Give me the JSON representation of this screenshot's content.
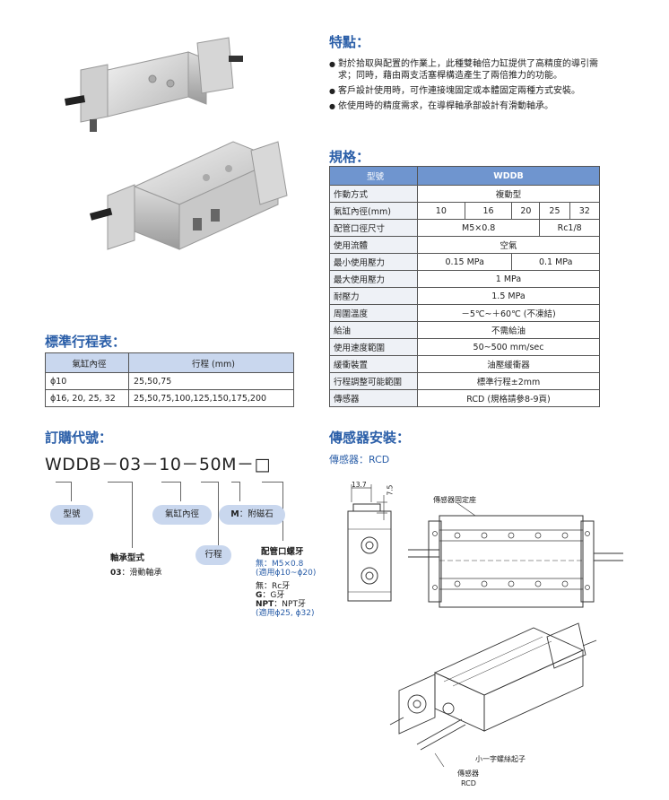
{
  "features": {
    "title": "特點：",
    "items": [
      "對於拾取與配置的作業上，此種雙軸倍力缸提供了高精度的導引需求；同時，藉由兩支活塞桿構造產生了兩倍推力的功能。",
      "客戶設計使用時，可作連接塊固定或本體固定兩種方式安裝。",
      "依使用時的精度需求，在導桿軸承部設計有滑動軸承。"
    ]
  },
  "specs": {
    "title": "規格：",
    "header_label": "型號",
    "header_model": "WDDB",
    "rows": [
      {
        "label": "作動方式",
        "value": "複動型"
      },
      {
        "label": "氣缸內徑(mm)",
        "bores": [
          "10",
          "16",
          "20",
          "25",
          "32"
        ]
      },
      {
        "label": "配管口徑尺寸",
        "v1": "M5×0.8",
        "v2": "Rc1/8"
      },
      {
        "label": "使用流體",
        "value": "空氣"
      },
      {
        "label": "最小使用壓力",
        "v1": "0.15 MPa",
        "v2": "0.1 MPa"
      },
      {
        "label": "最大使用壓力",
        "value": "1 MPa"
      },
      {
        "label": "耐壓力",
        "value": "1.5 MPa"
      },
      {
        "label": "周圍溫度",
        "value": "－5℃~＋60℃ (不凍結)"
      },
      {
        "label": "給油",
        "value": "不需給油"
      },
      {
        "label": "使用速度範圍",
        "value": "50~500 mm/sec"
      },
      {
        "label": "緩衝裝置",
        "value": "油壓緩衝器"
      },
      {
        "label": "行程調整可能範圍",
        "value": "標準行程±2mm"
      },
      {
        "label": "傳感器",
        "value": "RCD (規格請參8-9頁)"
      }
    ]
  },
  "stroke_table": {
    "title": "標準行程表：",
    "col1": "氣缸內徑",
    "col2": "行程 (mm)",
    "rows": [
      {
        "bore": "ϕ10",
        "stroke": "25,50,75"
      },
      {
        "bore": "ϕ16, 20, 25, 32",
        "stroke": "25,50,75,100,125,150,175,200"
      }
    ]
  },
  "order": {
    "title": "訂購代號：",
    "code": "WDDB－03－10－50M－□",
    "model_label": "型號",
    "bore_label": "氣缸內徑",
    "magnet_key": "M",
    "magnet_text": "：附磁石",
    "bearing_title": "軸承型式",
    "bearing_key": "03",
    "bearing_text": "：滑動軸承",
    "stroke_label": "行程",
    "port_title": "配管口螺牙",
    "port_line1": "無：M5×0.8",
    "port_line2": "(適用ϕ10~ϕ20)",
    "port_line3": "無：Rc牙",
    "port_key_g": "G",
    "port_line4": "：G牙",
    "port_key_npt": "NPT",
    "port_line5": "：NPT牙",
    "port_line6": "(適用ϕ25, ϕ32)"
  },
  "sensor": {
    "title": "傳感器安裝：",
    "subtitle": "傳感器：RCD",
    "dim1": "13.7",
    "dim2": "7.5",
    "bracket_label": "傳感器固定座",
    "screwdriver_label": "小一字螺絲起子",
    "sensor_label": "傳感器",
    "sensor_model": "RCD"
  }
}
